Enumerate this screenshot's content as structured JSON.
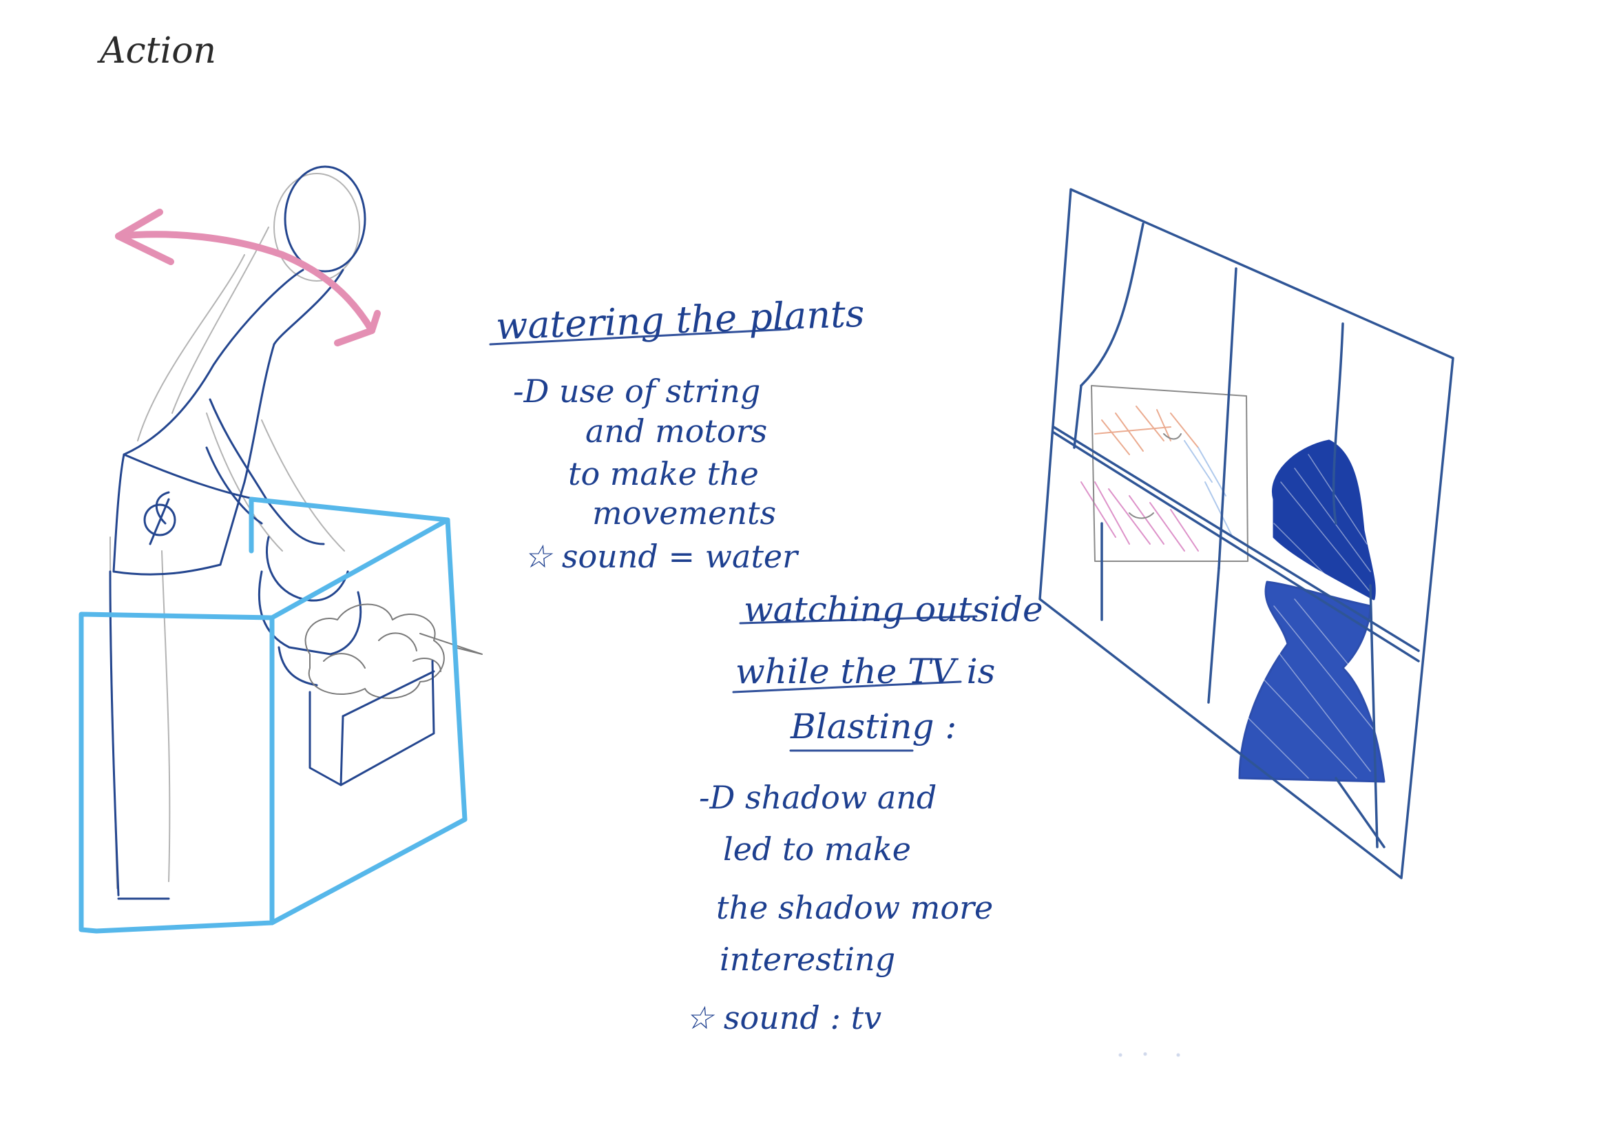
{
  "page": {
    "title": "Action"
  },
  "notes": {
    "watering": {
      "heading": "watering the plants",
      "lines": [
        "-D use of string",
        "and motors",
        "to make the",
        "movements",
        "☆ sound = water"
      ]
    },
    "watching": {
      "heading_lines": [
        "watching outside",
        "while the TV is",
        "Blasting :"
      ],
      "lines": [
        "-D shadow and",
        "led to make",
        "the shadow more",
        "interesting",
        "☆ sound : tv"
      ]
    }
  },
  "colors": {
    "ink_blue": "#1d3f8f",
    "pencil_grey": "#8a8a8a",
    "marker_cyan": "#56b7ea",
    "marker_pink": "#e48fb3",
    "hatch_blue": "#1c3fa6"
  },
  "icons": {
    "person": "figure-sketch",
    "box": "cyan-box-sketch",
    "rotation": "pink-double-arrow",
    "window": "window-sketch"
  }
}
